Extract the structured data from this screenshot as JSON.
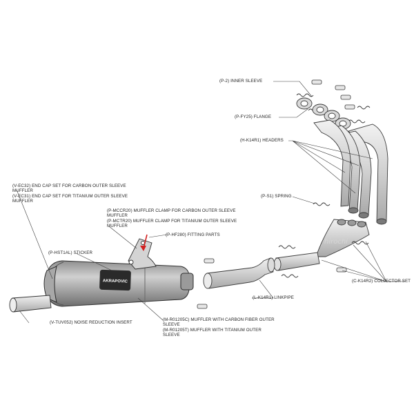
{
  "labels": {
    "inner_sleeve": "(P-2)  INNER SLEEVE",
    "flange": "(P-FY25)  FLANGE",
    "header": "(H-K14R1)  HEADERS",
    "spring": "(P-S1)  SPRING",
    "collector": "(C-K14R2)  COLLECTOR SET",
    "linkpipe": "(L-K14R1)  LINKPIPE",
    "end_cap_carbon": "(V-EC32)  END CAP SET FOR CARBON OUTER SLEEVE",
    "end_cap_carbon_2": "MUFFLER",
    "end_cap_titanium": "(V-EC31)  END CAP SET FOR TITANIUM OUTER SLEEVE",
    "end_cap_titanium_2": "MUFFLER",
    "clamp_carbon": "(P-MCCR20)  MUFFLER CLAMP FOR CARBON OUTER SLEEVE",
    "clamp_carbon_2": "MUFFLER",
    "clamp_titanium": "(P-MCTR20)  MUFFLER CLAMP FOR TITANIUM OUTER SLEEVE",
    "clamp_titanium_2": "MUFFLER",
    "fitting_parts": "(P-HF280)  FITTING PARTS",
    "sticker": "(P-HST1AL)  STICKER",
    "noise_insert": "(V-TUV052)  NOISE REDUCTION INSERT",
    "muffler_carbon": "(M-R01205C)  MUFFLER WITH CARBON FIBER OUTER",
    "muffler_carbon_2": "SLEEVE",
    "muffler_titanium": "(M-R01205T)  MUFFLER WITH TITANIUM OUTER",
    "muffler_titanium_2": "SLEEVE"
  },
  "brand_text": "AKRAPOVIC",
  "watermark": "hirochi",
  "colors": {
    "line": "#3a3a3a",
    "part_fill": "#d9d9d9",
    "muffler_fill": "#bdbdbd",
    "arrow": "#d22020"
  }
}
